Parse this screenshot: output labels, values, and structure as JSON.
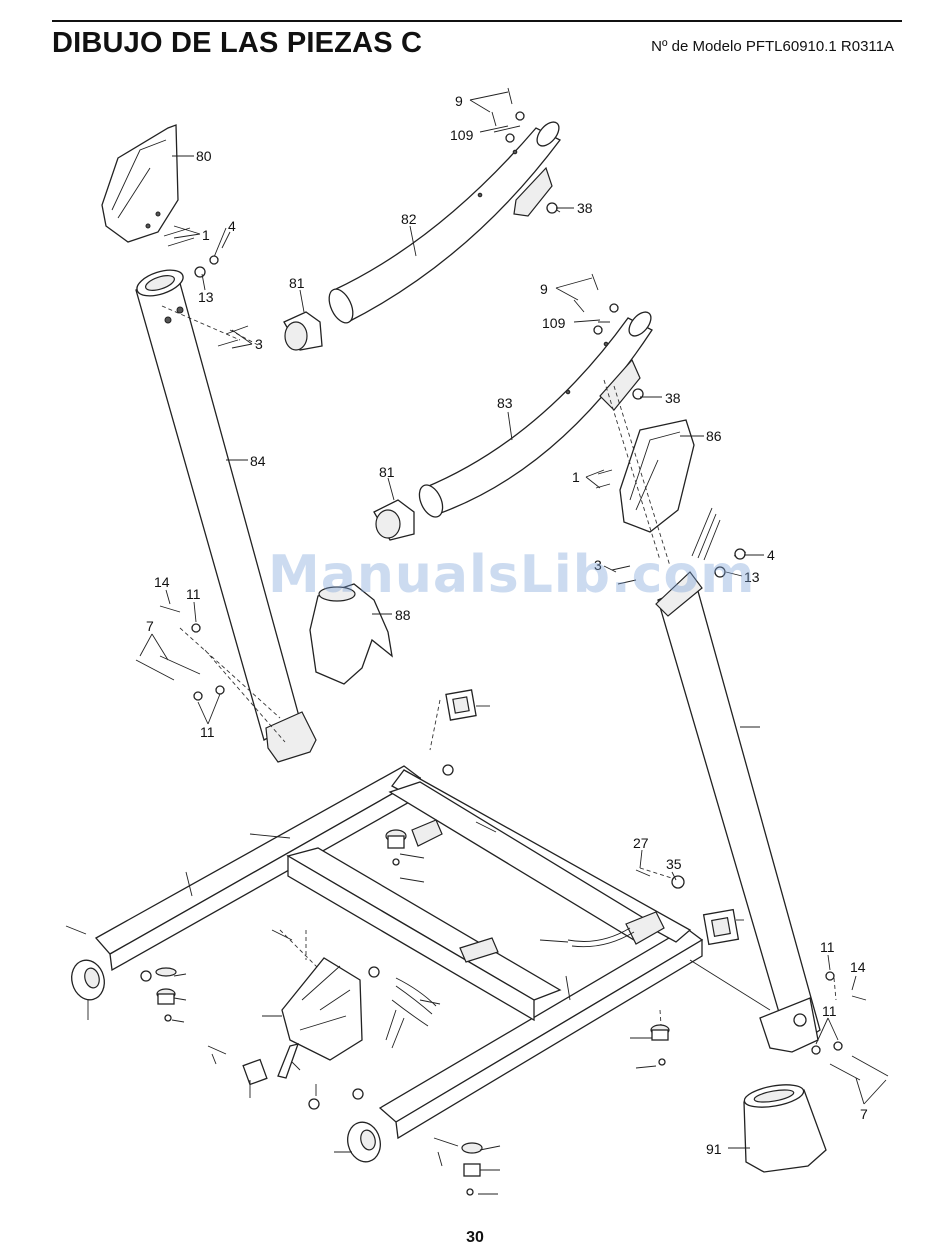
{
  "header": {
    "title": "DIBUJO DE LAS PIEZAS C",
    "model": "Nº de Modelo PFTL60910.1 R0311A"
  },
  "watermark": "ManualsLib.com",
  "page_number": "30",
  "callouts": {
    "c80": "80",
    "c1a": "1",
    "c4a": "4",
    "c13a": "13",
    "c3a": "3",
    "c81a": "81",
    "c82": "82",
    "c9a": "9",
    "c109a": "109",
    "c38a": "38",
    "c84": "84",
    "c9b": "9",
    "c109b": "109",
    "c83": "83",
    "c38b": "38",
    "c86": "86",
    "c1b": "1",
    "c81b": "81",
    "c4b": "4",
    "c13b": "13",
    "c3b": "3",
    "c88": "88",
    "c14a": "14",
    "c11a": "11",
    "c7a": "7",
    "c11b": "11",
    "c27": "27",
    "c35": "35",
    "c11c": "11",
    "c14b": "14",
    "c11d": "11",
    "c7b": "7",
    "c91": "91"
  }
}
